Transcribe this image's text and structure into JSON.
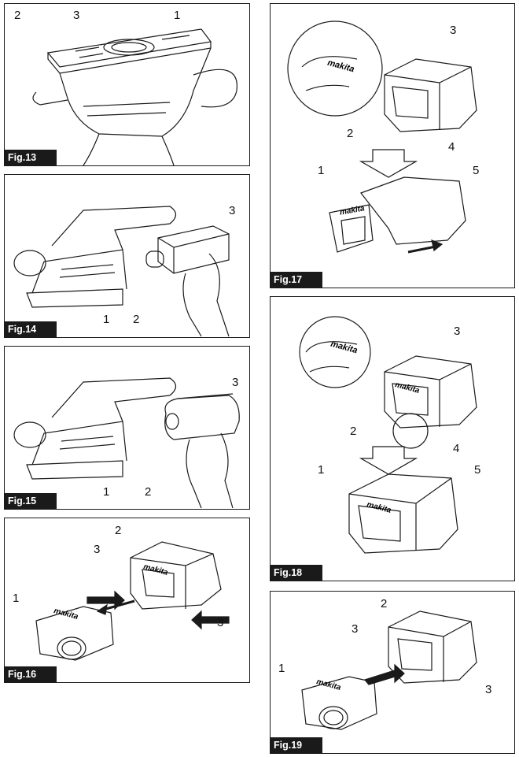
{
  "figures": {
    "fig13": {
      "label": "Fig.13",
      "callouts": [
        "2",
        "3",
        "1"
      ]
    },
    "fig14": {
      "label": "Fig.14",
      "callouts": [
        "3",
        "1",
        "2"
      ]
    },
    "fig15": {
      "label": "Fig.15",
      "callouts": [
        "3",
        "1",
        "2"
      ]
    },
    "fig16": {
      "label": "Fig.16",
      "callouts": [
        "2",
        "3",
        "1",
        "3"
      ],
      "brand": "makita"
    },
    "fig17": {
      "label": "Fig.17",
      "callouts": [
        "3",
        "2",
        "4",
        "1",
        "5"
      ],
      "brand": "makita"
    },
    "fig18": {
      "label": "Fig.18",
      "callouts": [
        "3",
        "2",
        "4",
        "1",
        "5"
      ],
      "brand": "makita"
    },
    "fig19": {
      "label": "Fig.19",
      "callouts": [
        "2",
        "3",
        "3",
        "1"
      ],
      "brand": "makita"
    }
  },
  "colors": {
    "ink": "#1a1a1a",
    "paper": "#ffffff"
  }
}
